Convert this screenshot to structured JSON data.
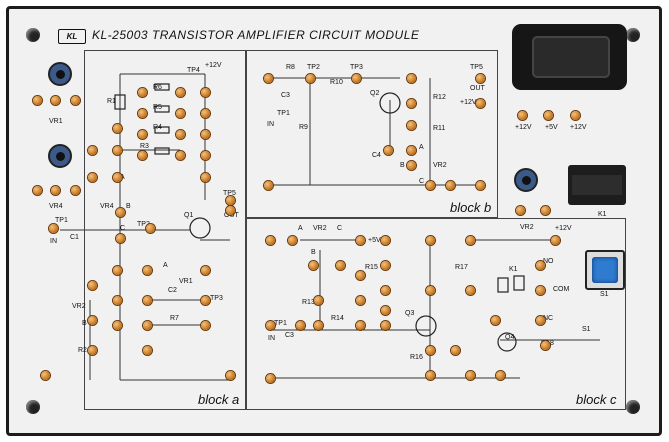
{
  "header": {
    "logo": "KL",
    "title": "KL-25003  TRANSISTOR AMPLIFIER CIRCUIT MODULE"
  },
  "blocks": {
    "a": "block a",
    "b": "block b",
    "c": "block c"
  },
  "left_controls": {
    "vr1": "VR1",
    "vr4": "VR4"
  },
  "power": {
    "p12a": "+12V",
    "p5": "+5V",
    "p12b": "+12V"
  },
  "block_a_labels": [
    "TP4",
    "+12V",
    "R6",
    "R1",
    "R5",
    "R4",
    "R3",
    "A",
    "VR4",
    "B",
    "C",
    "TP5",
    "OUT",
    "Q1",
    "TP1",
    "IN",
    "C1",
    "TP2",
    "A",
    "VR1",
    "C2",
    "TP3",
    "R7",
    "VR2",
    "B",
    "R2"
  ],
  "block_b_labels": [
    "R8",
    "TP2",
    "TP3",
    "TP5",
    "OUT",
    "C3",
    "R10",
    "Q2",
    "R12",
    "TP1",
    "IN",
    "R9",
    "+12V",
    "R11",
    "A",
    "C4",
    "B",
    "VR2",
    "C"
  ],
  "block_c_labels": [
    "A",
    "VR2",
    "C",
    "+12V",
    "B",
    "+5V",
    "R15",
    "R17",
    "K1",
    "NO",
    "COM",
    "R13",
    "R14",
    "Q3",
    "NC",
    "TP1",
    "IN",
    "C3",
    "R16",
    "Q4",
    "R18",
    "S1"
  ],
  "side_components": {
    "vr2": "VR2",
    "k1": "K1",
    "s1": "S1"
  }
}
